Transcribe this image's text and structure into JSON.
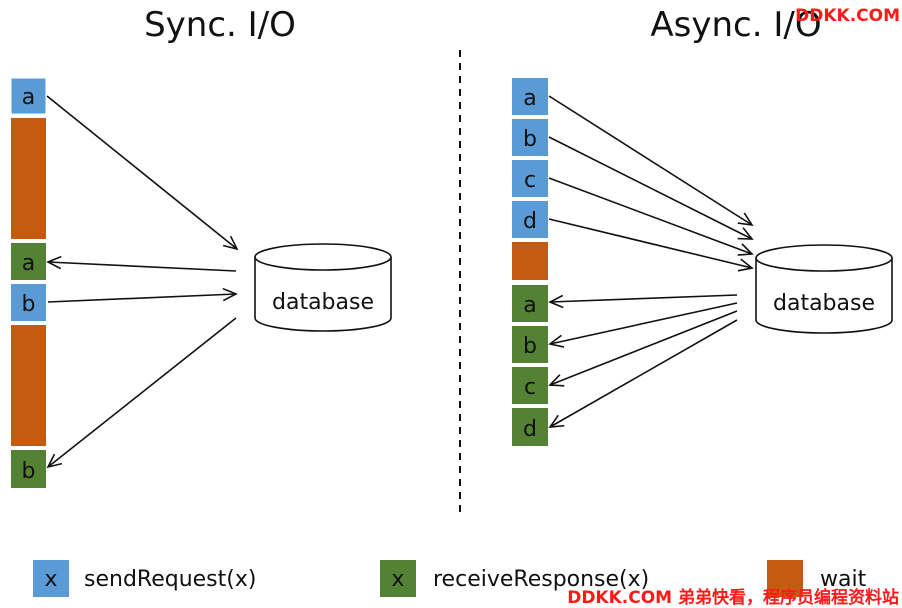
{
  "titles": {
    "sync": "Sync. I/O",
    "async": "Async. I/O"
  },
  "database_label": "database",
  "colors": {
    "send": "#5b9bd5",
    "receive": "#548235",
    "wait": "#c55a11",
    "watermark": "#ff1a1a"
  },
  "sync_column": [
    "a",
    "",
    "a",
    "b",
    "",
    "b"
  ],
  "async_column": [
    "a",
    "b",
    "c",
    "d",
    "",
    "a",
    "b",
    "c",
    "d"
  ],
  "legend": {
    "send_symbol": "x",
    "send_label": "sendRequest(x)",
    "receive_symbol": "x",
    "receive_label": "receiveResponse(x)",
    "wait_label": "wait"
  },
  "watermarks": {
    "top": "DDKK.COM",
    "bottom": "DDKK.COM 弟弟快看，程序员编程资料站"
  }
}
